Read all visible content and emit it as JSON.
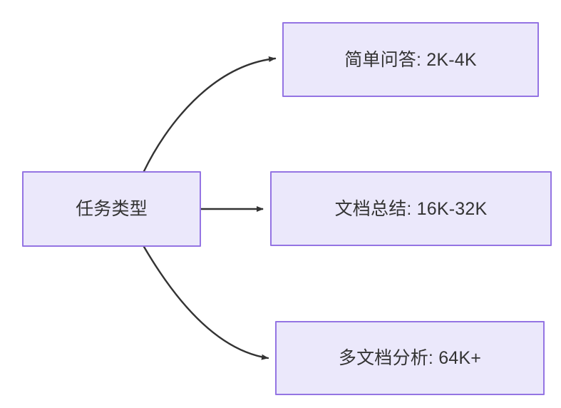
{
  "diagram": {
    "type": "flowchart",
    "direction": "left-to-right",
    "background_color": "#ffffff",
    "node_fill_color": "#ebe8fb",
    "node_border_color": "#9474e3",
    "node_text_color": "#333333",
    "edge_color": "#333333",
    "nodes": [
      {
        "id": "task-type",
        "label": "任务类型"
      },
      {
        "id": "simple-qa",
        "label": "简单问答: 2K-4K"
      },
      {
        "id": "doc-summary",
        "label": "文档总结: 16K-32K"
      },
      {
        "id": "multi-doc",
        "label": "多文档分析: 64K+"
      }
    ],
    "edges": [
      {
        "id": "edge-task-to-simple-qa",
        "from": "task-type",
        "to": "simple-qa",
        "style": "curved",
        "arrow": "end"
      },
      {
        "id": "edge-task-to-doc-summary",
        "from": "task-type",
        "to": "doc-summary",
        "style": "straight",
        "arrow": "end"
      },
      {
        "id": "edge-task-to-multi-doc",
        "from": "task-type",
        "to": "multi-doc",
        "style": "curved",
        "arrow": "end"
      }
    ]
  }
}
